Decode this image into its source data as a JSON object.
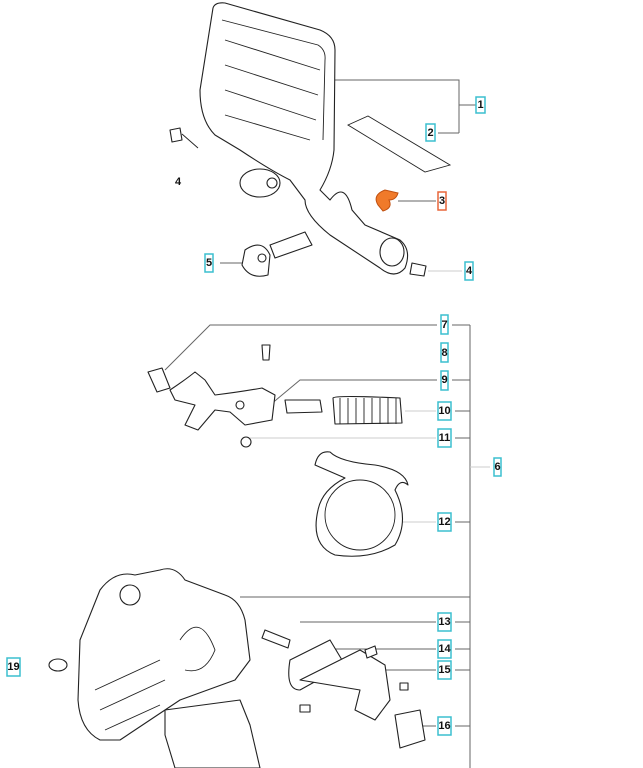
{
  "diagram": {
    "labels": {
      "p1": "1",
      "p2": "2",
      "p3": "3",
      "p4a": "4",
      "p4b": "4",
      "p5": "5",
      "p6": "6",
      "p7": "7",
      "p8": "8",
      "p9": "9",
      "p10": "10",
      "p11": "11",
      "p12": "12",
      "p13": "13",
      "p14": "14",
      "p15": "15",
      "p16": "16",
      "p19": "19"
    },
    "colors": {
      "label_border": "#3bbfcf",
      "highlight_border": "#e8673a",
      "highlight_part": "#f07a2a"
    }
  }
}
